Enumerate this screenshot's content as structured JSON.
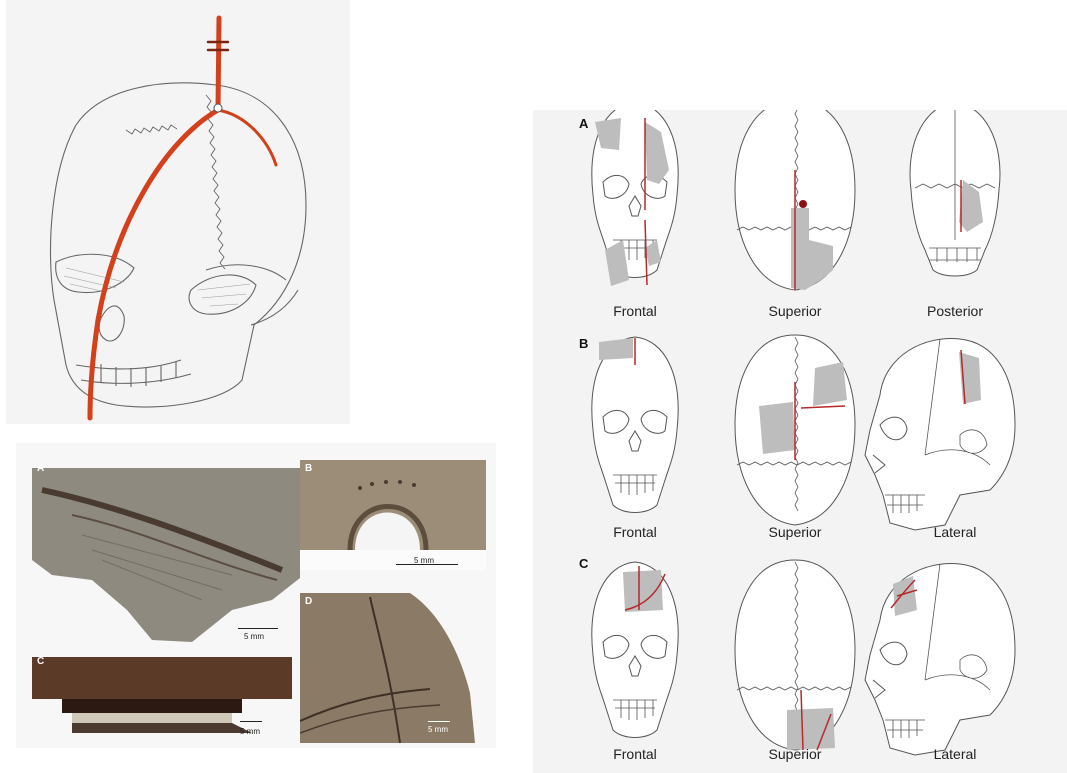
{
  "photo_panel": {
    "photos": [
      {
        "letter": "A",
        "scale": "5 mm"
      },
      {
        "letter": "B",
        "scale": "5 mm"
      },
      {
        "letter": "C",
        "scale": "5 mm"
      },
      {
        "letter": "D",
        "scale": "5 mm"
      }
    ]
  },
  "diagram_panel": {
    "rows": [
      {
        "letter": "A",
        "views": [
          "Frontal",
          "Superior",
          "Posterior"
        ]
      },
      {
        "letter": "B",
        "views": [
          "Frontal",
          "Superior",
          "Lateral"
        ]
      },
      {
        "letter": "C",
        "views": [
          "Frontal",
          "Superior",
          "Lateral"
        ]
      }
    ]
  },
  "colors": {
    "cord": "#d2401c",
    "cut_mark": "#b52a2a",
    "damage_area": "#bdbdbd",
    "line_art": "#555555"
  }
}
